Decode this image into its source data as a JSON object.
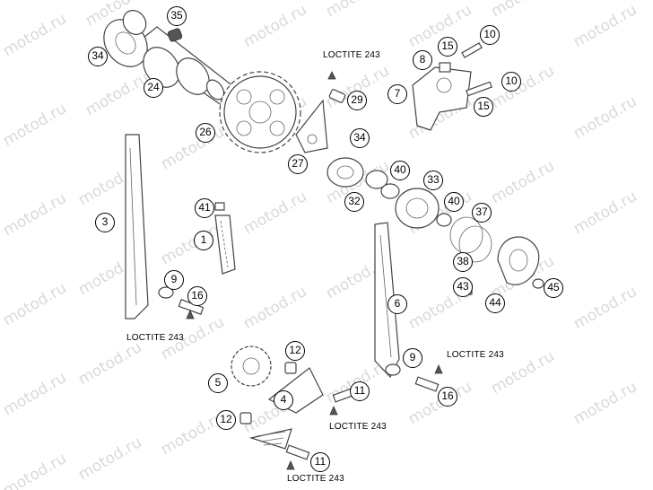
{
  "watermark_text": "motod.ru",
  "note_text": "LOCTITE 243",
  "callouts": [
    "35",
    "34",
    "24",
    "15",
    "10",
    "8",
    "29",
    "7",
    "15",
    "10",
    "26",
    "34",
    "27",
    "40",
    "33",
    "32",
    "40",
    "37",
    "3",
    "41",
    "1",
    "38",
    "43",
    "44",
    "45",
    "9",
    "16",
    "6",
    "12",
    "9",
    "5",
    "11",
    "4",
    "16",
    "12",
    "11"
  ]
}
